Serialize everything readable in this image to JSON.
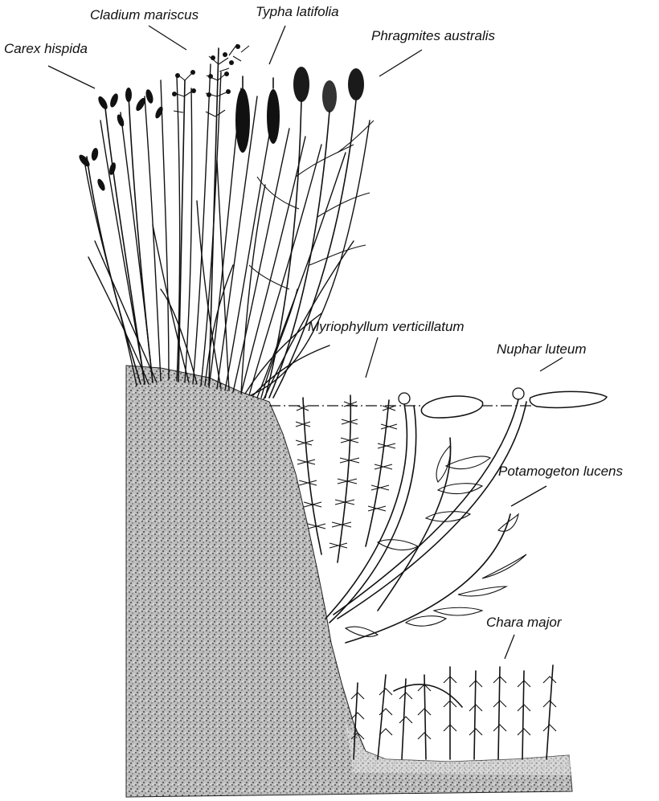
{
  "labels": {
    "carex": "Carex hispida",
    "cladium": "Cladium mariscus",
    "typha": "Typha latifolia",
    "phragmites": "Phragmites australis",
    "myriophyllum": "Myriophyllum verticillatum",
    "nuphar": "Nuphar luteum",
    "potamogeton": "Potamogeton lucens",
    "chara": "Chara major"
  }
}
